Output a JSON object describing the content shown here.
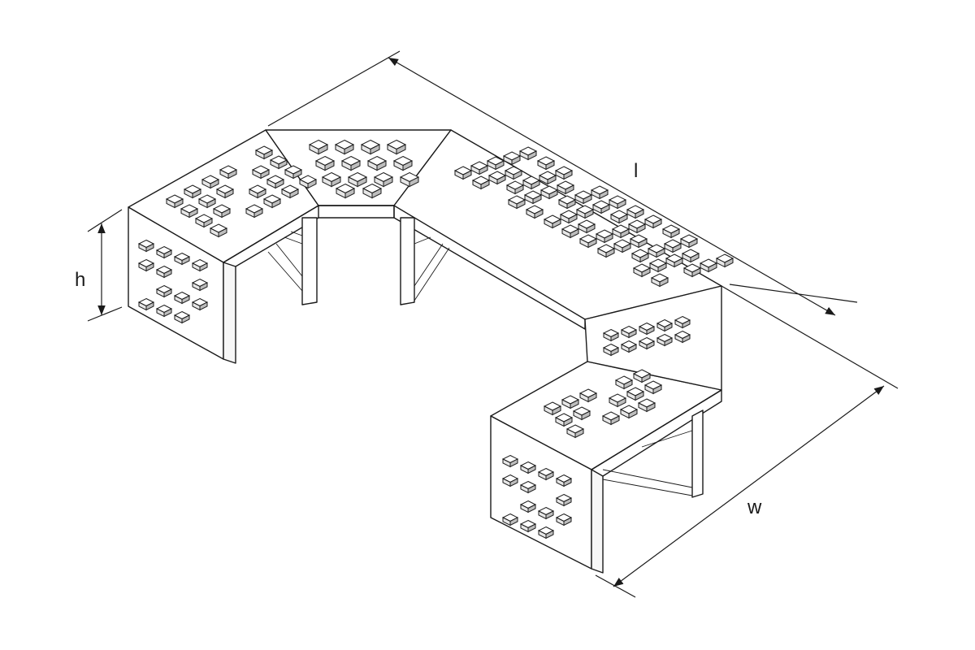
{
  "diagram": {
    "dimensions": {
      "length_label": "l",
      "height_label": "h",
      "width_label": "w"
    }
  }
}
